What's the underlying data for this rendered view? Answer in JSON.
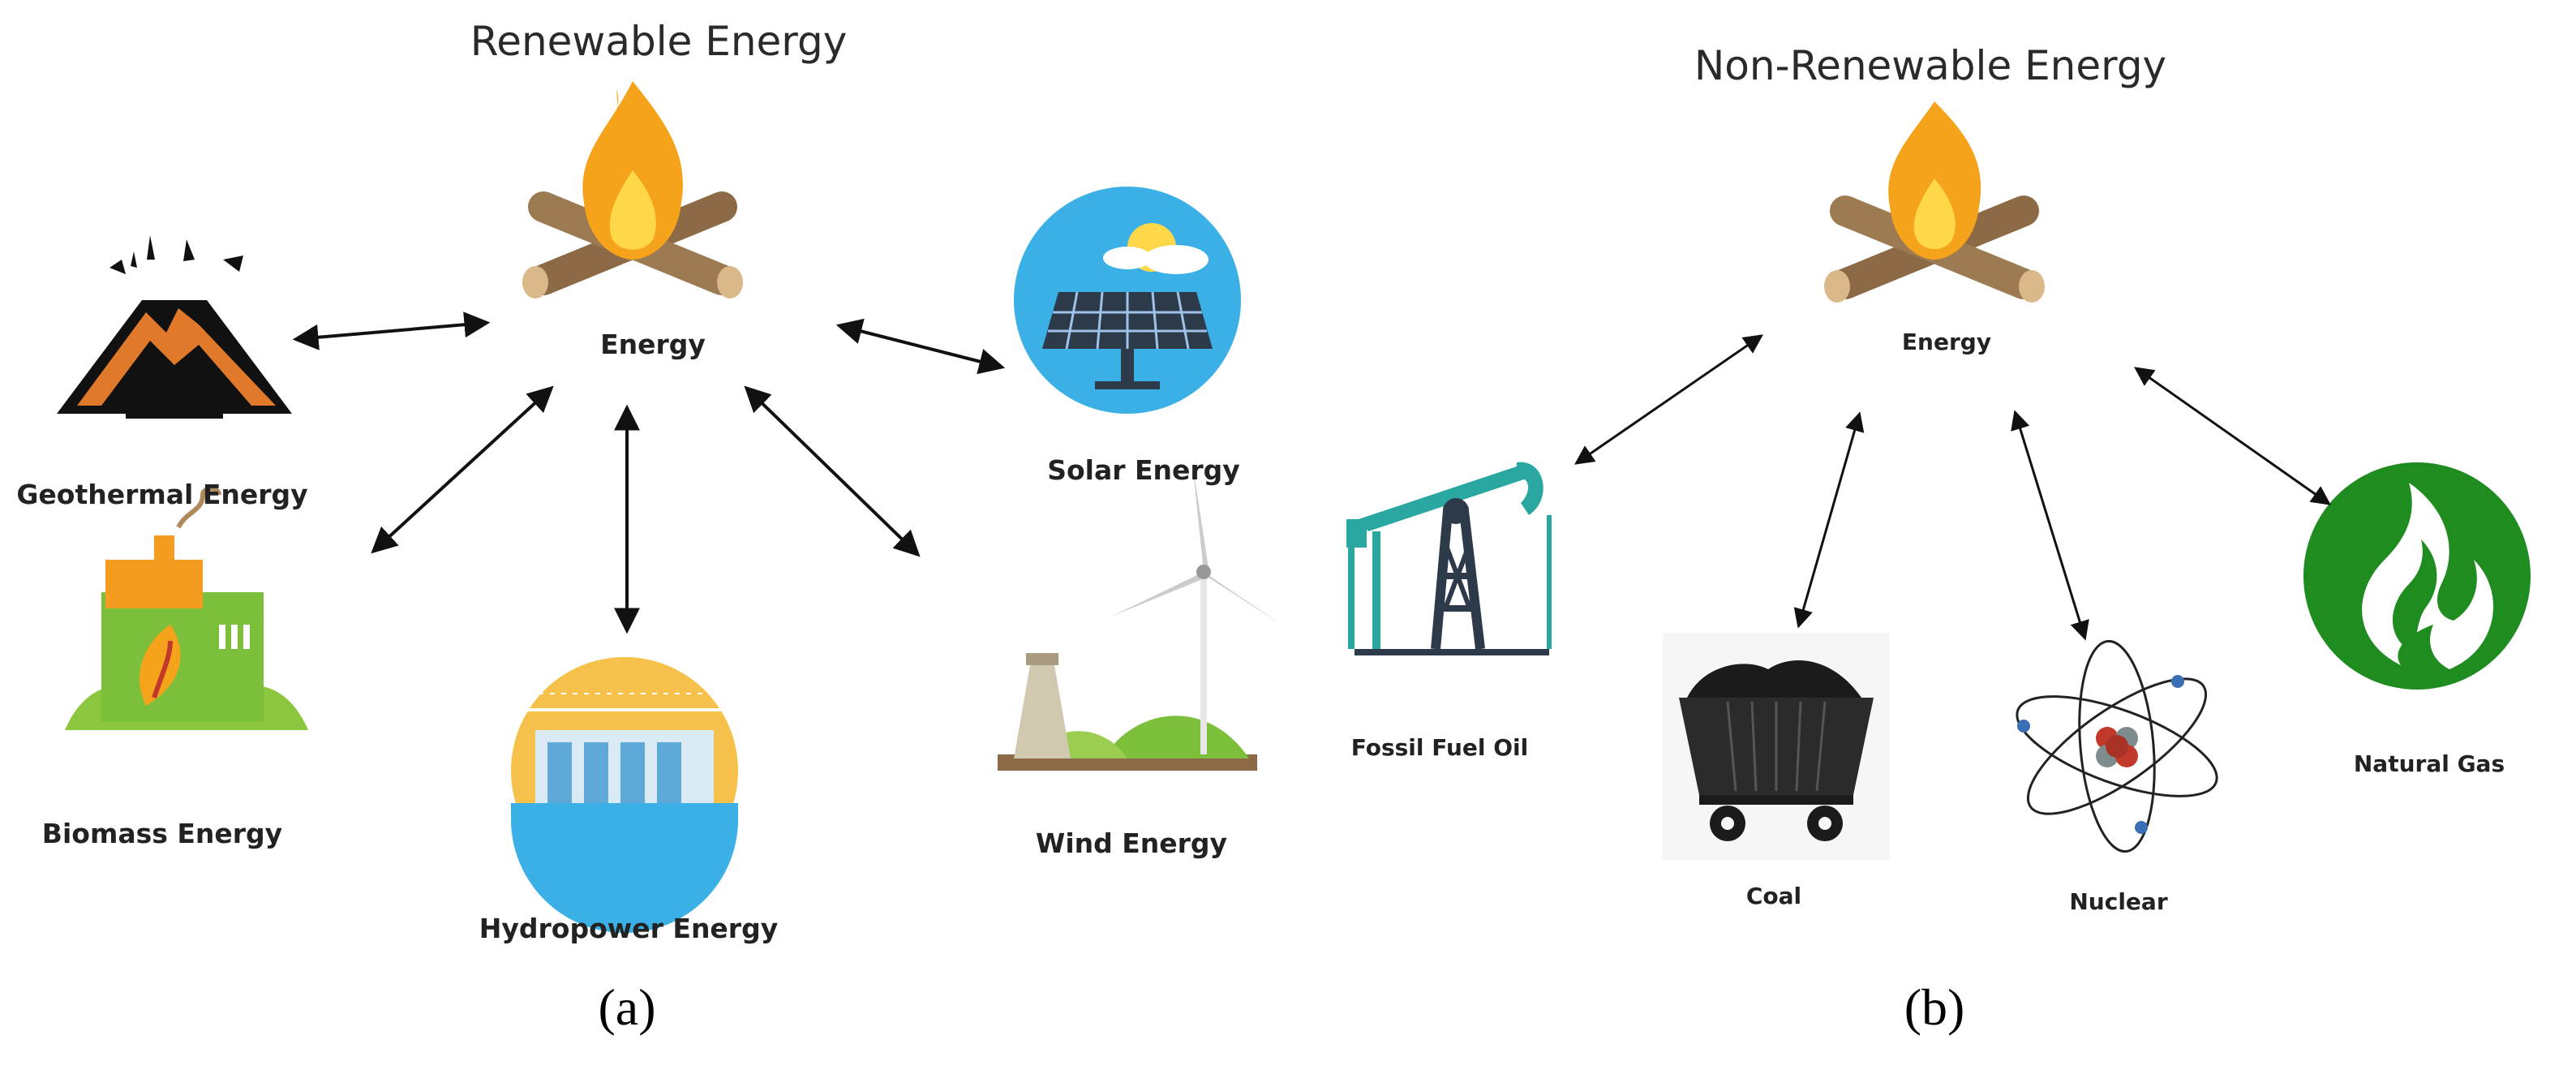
{
  "panel_a": {
    "title": "Renewable Energy",
    "center_label": "Energy",
    "sources": {
      "geothermal": "Geothermal Energy",
      "biomass": "Biomass Energy",
      "hydropower": "Hydropower Energy",
      "solar": "Solar Energy",
      "wind": "Wind Energy"
    },
    "caption": "(a)"
  },
  "panel_b": {
    "title": "Non-Renewable Energy",
    "center_label": "Energy",
    "sources": {
      "oil": "Fossil Fuel Oil",
      "coal": "Coal",
      "nuclear": "Nuclear",
      "gas": "Natural Gas"
    },
    "caption": "(b)"
  },
  "colors": {
    "flame_outer": "#f5a31a",
    "flame_inner": "#ffd84a",
    "log": "#8b6a45",
    "oil_rig": "#2aa7a0",
    "gas_green": "#1e8c1e",
    "solar_circle": "#3ab0e6",
    "hydro_circle": "#f6c14a",
    "wind_hill": "#7cbf3a"
  },
  "icons": [
    "volcano-icon",
    "campfire-icon",
    "solar-panel-icon",
    "factory-leaf-icon",
    "dam-icon",
    "wind-turbine-icon",
    "oil-pump-icon",
    "coal-cart-icon",
    "atom-icon",
    "gas-flame-icon"
  ]
}
